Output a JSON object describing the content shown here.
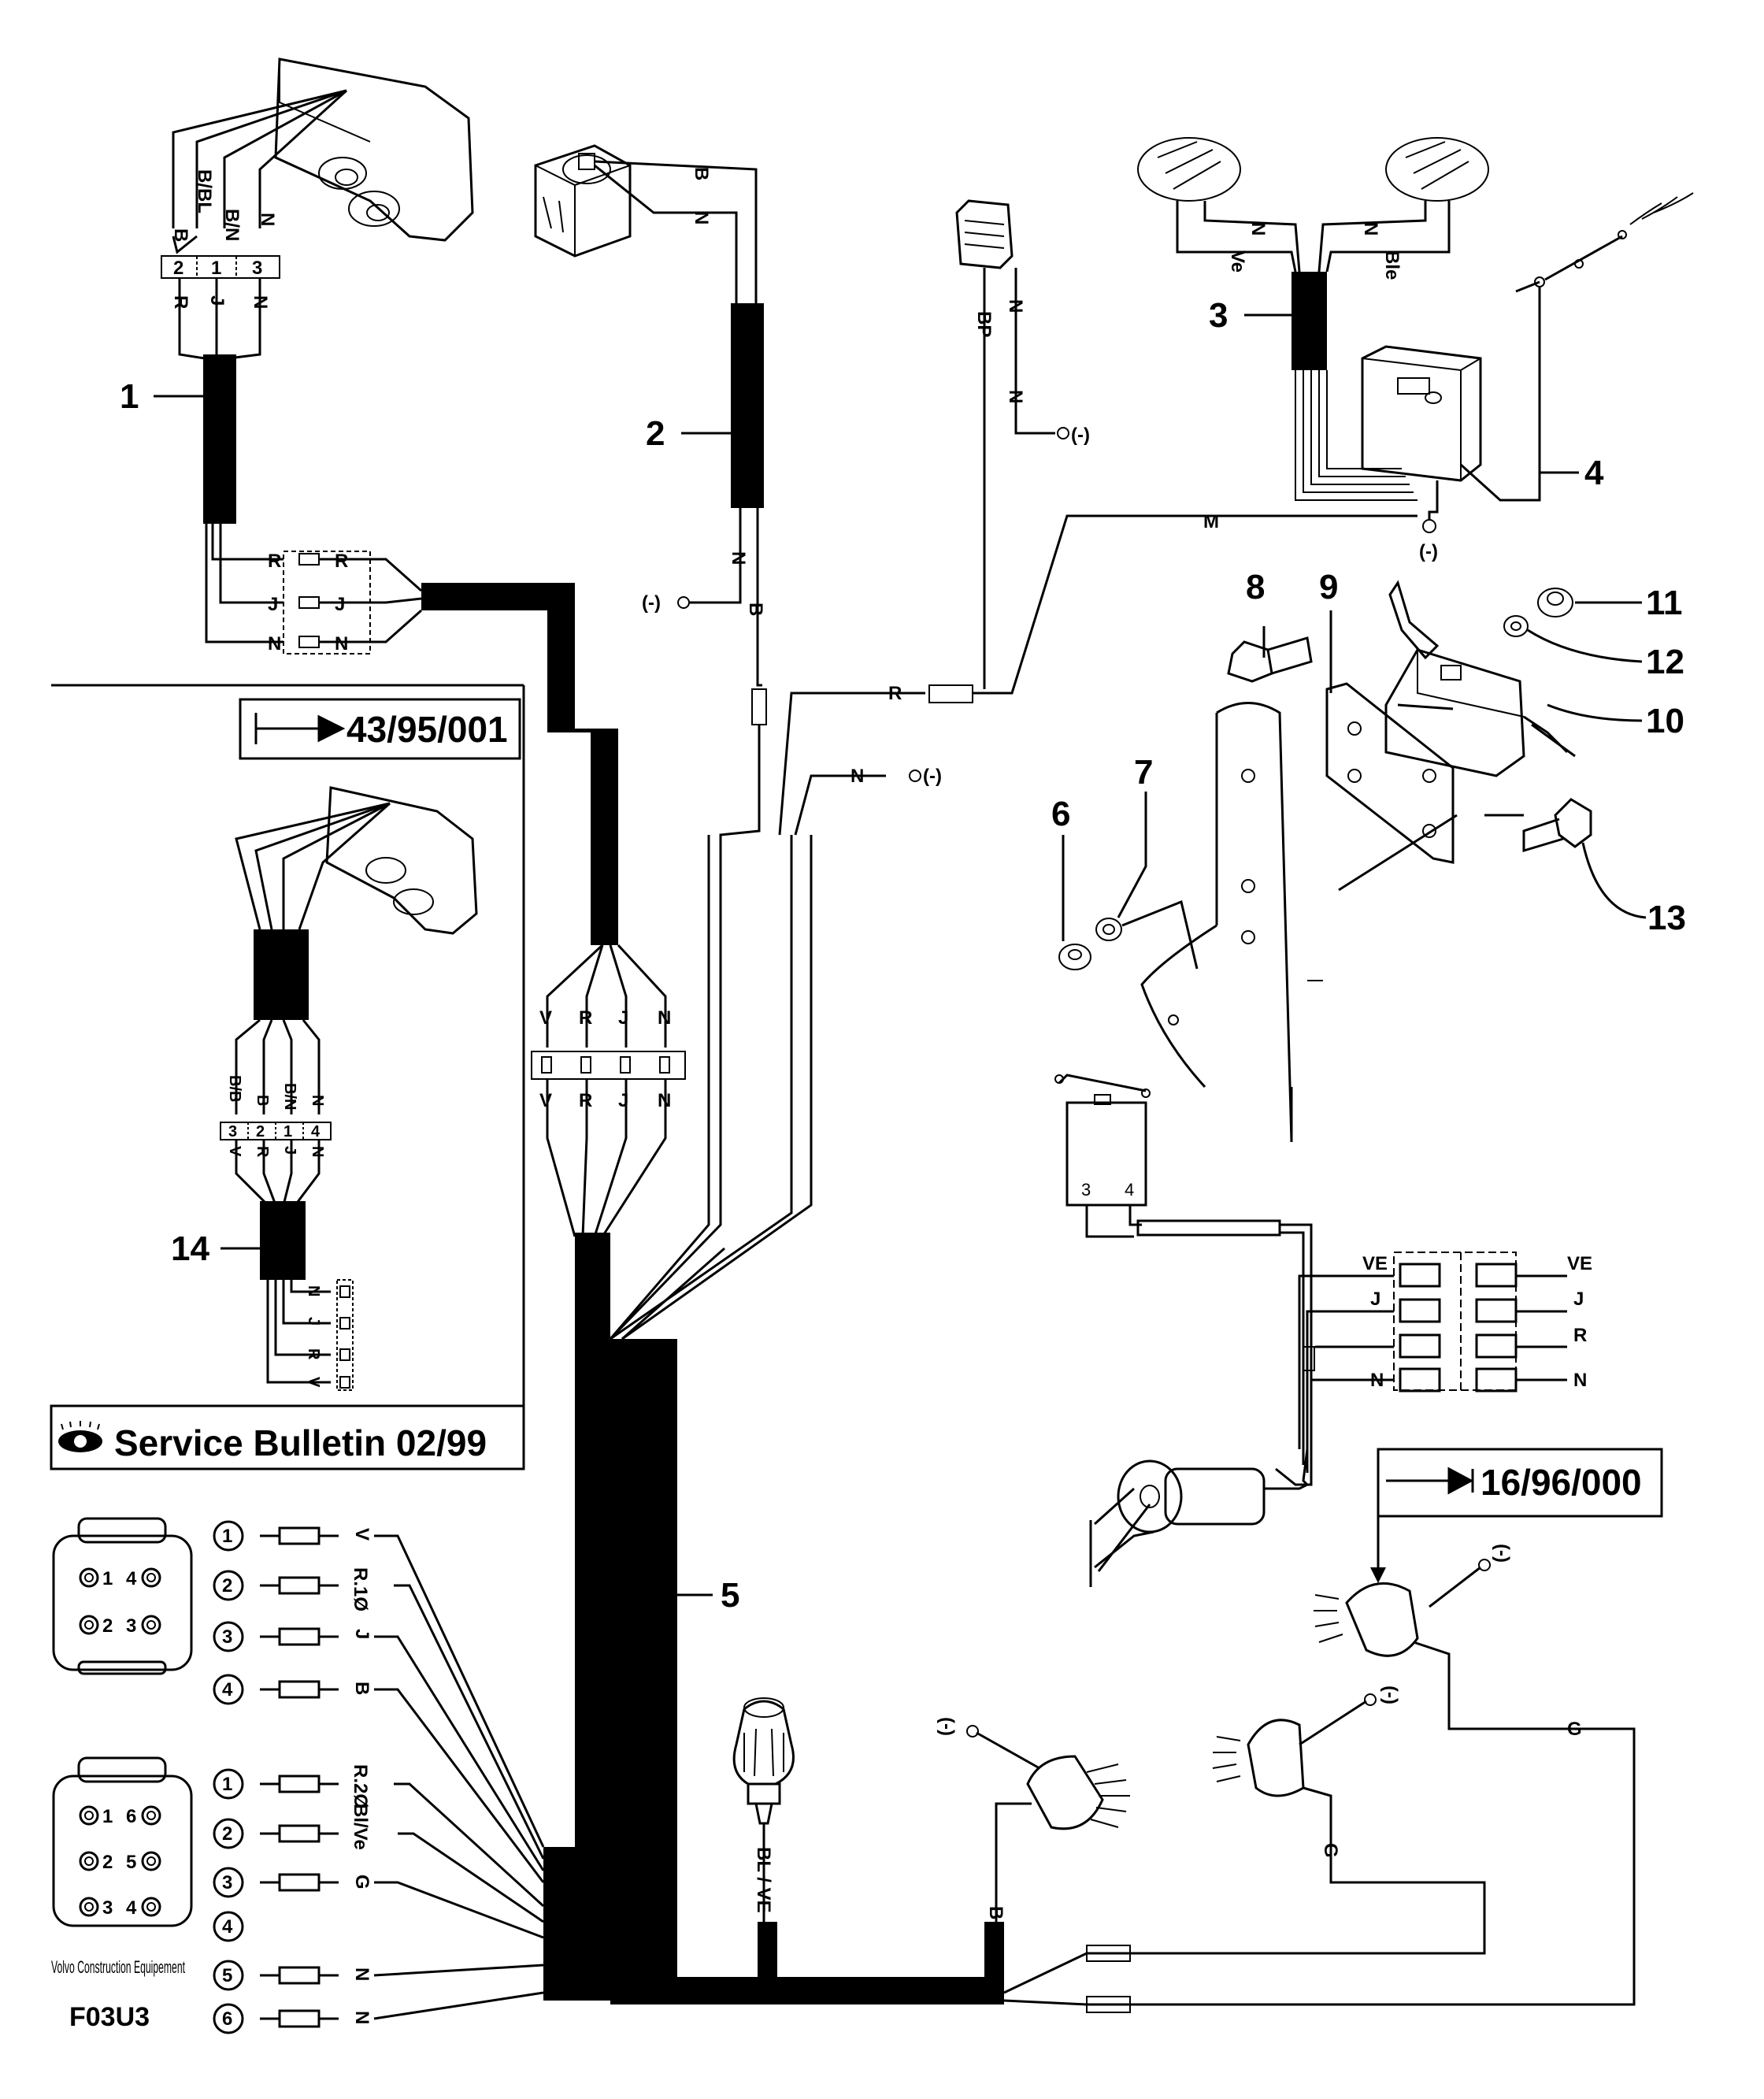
{
  "callouts": [
    "1",
    "2",
    "3",
    "4",
    "5",
    "6",
    "7",
    "8",
    "9",
    "10",
    "11",
    "12",
    "13",
    "14"
  ],
  "refs": {
    "ref_43": "43/95/001",
    "ref_16": "16/96/000",
    "service_bulletin": "Service Bulletin 02/99"
  },
  "wire_labels": {
    "c1_top": [
      "B",
      "B/BL",
      "B/N",
      "N"
    ],
    "c1_pins": [
      "2",
      "1",
      "3"
    ],
    "c1_bottom": [
      "R",
      "J",
      "N"
    ],
    "c1_splice": [
      "R",
      "J",
      "N",
      "R",
      "J",
      "N"
    ],
    "sw2": [
      "B",
      "N",
      "N",
      "B"
    ],
    "pedal": [
      "BP",
      "N",
      "N"
    ],
    "lamp3": [
      "N",
      "N",
      "Ve",
      "Ble"
    ],
    "m_wire": "M",
    "r_wire": "R",
    "n_wire": "N",
    "vrjn": [
      "V",
      "R",
      "J",
      "N"
    ],
    "inset_top": [
      "B/B",
      "B",
      "B/N",
      "N"
    ],
    "inset_pins": [
      "3",
      "2",
      "1",
      "4"
    ],
    "inset_bottom": [
      "V",
      "R",
      "J",
      "N"
    ],
    "inset_conn": [
      "N",
      "J",
      "R",
      "V"
    ],
    "relay_pins": [
      "3",
      "4"
    ],
    "relay_left": [
      "VE",
      "J",
      "N"
    ],
    "relay_right": [
      "VE",
      "J",
      "R",
      "N"
    ],
    "beacon": "BL / VE",
    "lamp_b": "B",
    "lamp_g1": "G",
    "lamp_g2": "G",
    "ground": "(-)"
  },
  "connector_a": {
    "cavities": [
      "1",
      "4",
      "2",
      "3"
    ],
    "pins": [
      {
        "num": "1",
        "wire": "V"
      },
      {
        "num": "2",
        "wire": "R.1Ø"
      },
      {
        "num": "3",
        "wire": "J"
      },
      {
        "num": "4",
        "wire": "B"
      }
    ]
  },
  "connector_b": {
    "cavities": [
      "1",
      "6",
      "2",
      "5",
      "3",
      "4"
    ],
    "pins": [
      {
        "num": "1",
        "wire": "R.2Ø"
      },
      {
        "num": "2",
        "wire": "Bl/Ve"
      },
      {
        "num": "3",
        "wire": "G"
      },
      {
        "num": "4",
        "wire": ""
      },
      {
        "num": "5",
        "wire": "N"
      },
      {
        "num": "6",
        "wire": "N"
      }
    ]
  },
  "footer": {
    "company": "Volvo Construction Equipement",
    "code": "F03U3"
  }
}
